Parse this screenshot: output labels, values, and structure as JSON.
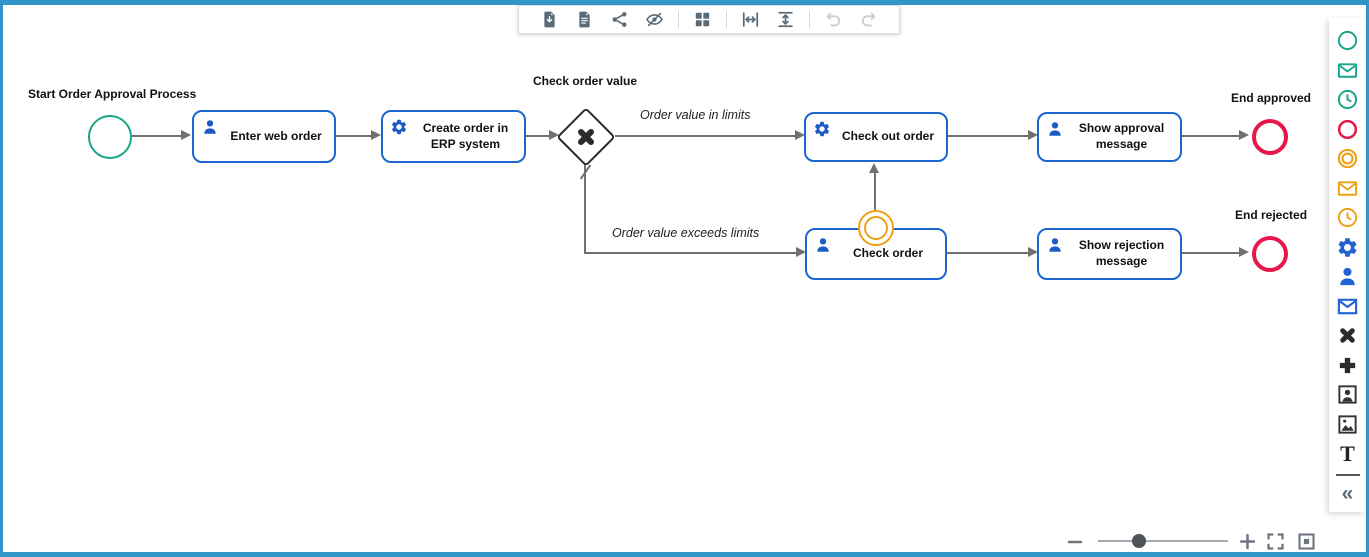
{
  "app": {
    "title": "BPMN Process Diagram Editor"
  },
  "colors": {
    "frame": "#2e96c8",
    "task_border": "#1b66cf",
    "task_icon_blue": "#1d5bc4",
    "start_event_green": "#17a589",
    "end_event_red": "#e8174b",
    "boundary_event_orange": "#efa112",
    "gateway_black": "#2b2b2b",
    "edge_gray": "#707070",
    "toolbar_icon": "#5a6b78",
    "toolbar_icon_disabled": "#c9ced5"
  },
  "toolbar": {
    "items": [
      {
        "icon": "export-file-icon",
        "disabled": false
      },
      {
        "icon": "document-icon",
        "disabled": false
      },
      {
        "icon": "share-icon",
        "disabled": false
      },
      {
        "icon": "hide-icon",
        "disabled": false
      },
      {
        "icon": "grid-icon",
        "disabled": false
      },
      {
        "icon": "fit-width-icon",
        "disabled": false
      },
      {
        "icon": "fit-height-icon",
        "disabled": false
      },
      {
        "icon": "undo-icon",
        "disabled": true
      },
      {
        "icon": "redo-icon",
        "disabled": true
      }
    ]
  },
  "palette": {
    "icons": [
      "start-event",
      "message-start-event",
      "timer-start-event",
      "end-event",
      "intermediate-event",
      "message-intermediate-event",
      "timer-intermediate-event",
      "service-task",
      "user-task",
      "send-task",
      "exclusive-gateway",
      "parallel-gateway",
      "user-image",
      "image",
      "text"
    ],
    "text_glyph": "T",
    "collapse_glyph": "«"
  },
  "zoom_controls": {
    "icons": [
      "zoom-out",
      "zoom-slider",
      "zoom-in",
      "fullscreen",
      "fit-screen"
    ]
  },
  "diagram": {
    "start_event_label": "Start Order Approval Process",
    "gateway_label": "Check order value",
    "tasks": {
      "enter_web_order": "Enter web order",
      "create_order_erp": "Create order in ERP system",
      "check_out_order": "Check out order",
      "check_order": "Check order",
      "show_approval_message": "Show approval message",
      "show_rejection_message": "Show rejection message"
    },
    "end_events": {
      "approved": "End approved",
      "rejected": "End rejected"
    },
    "flows": {
      "in_limits": "Order value in limits",
      "exceeds_limits": "Order value exceeds limits"
    }
  }
}
